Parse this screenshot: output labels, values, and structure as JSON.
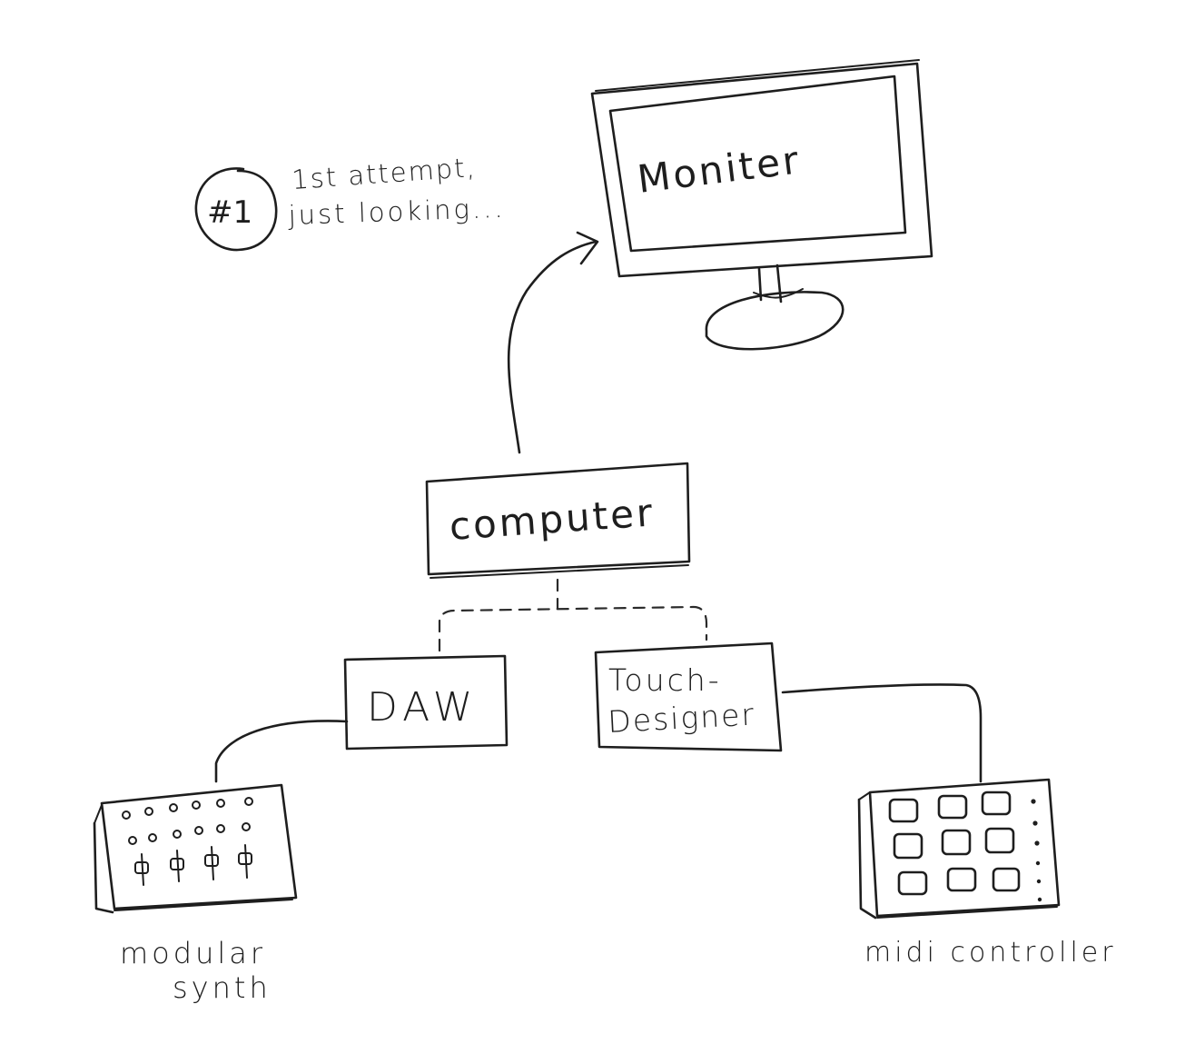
{
  "note": {
    "badge": "#1",
    "line1": "1st attempt,",
    "line2": "just looking..."
  },
  "nodes": {
    "monitor": "Moniter",
    "computer": "computer",
    "daw": "DAW",
    "touchdesigner_line1": "Touch-",
    "touchdesigner_line2": "Designer",
    "modular_synth_line1": "modular",
    "modular_synth_line2": "synth",
    "midi_controller": "midi controller"
  }
}
